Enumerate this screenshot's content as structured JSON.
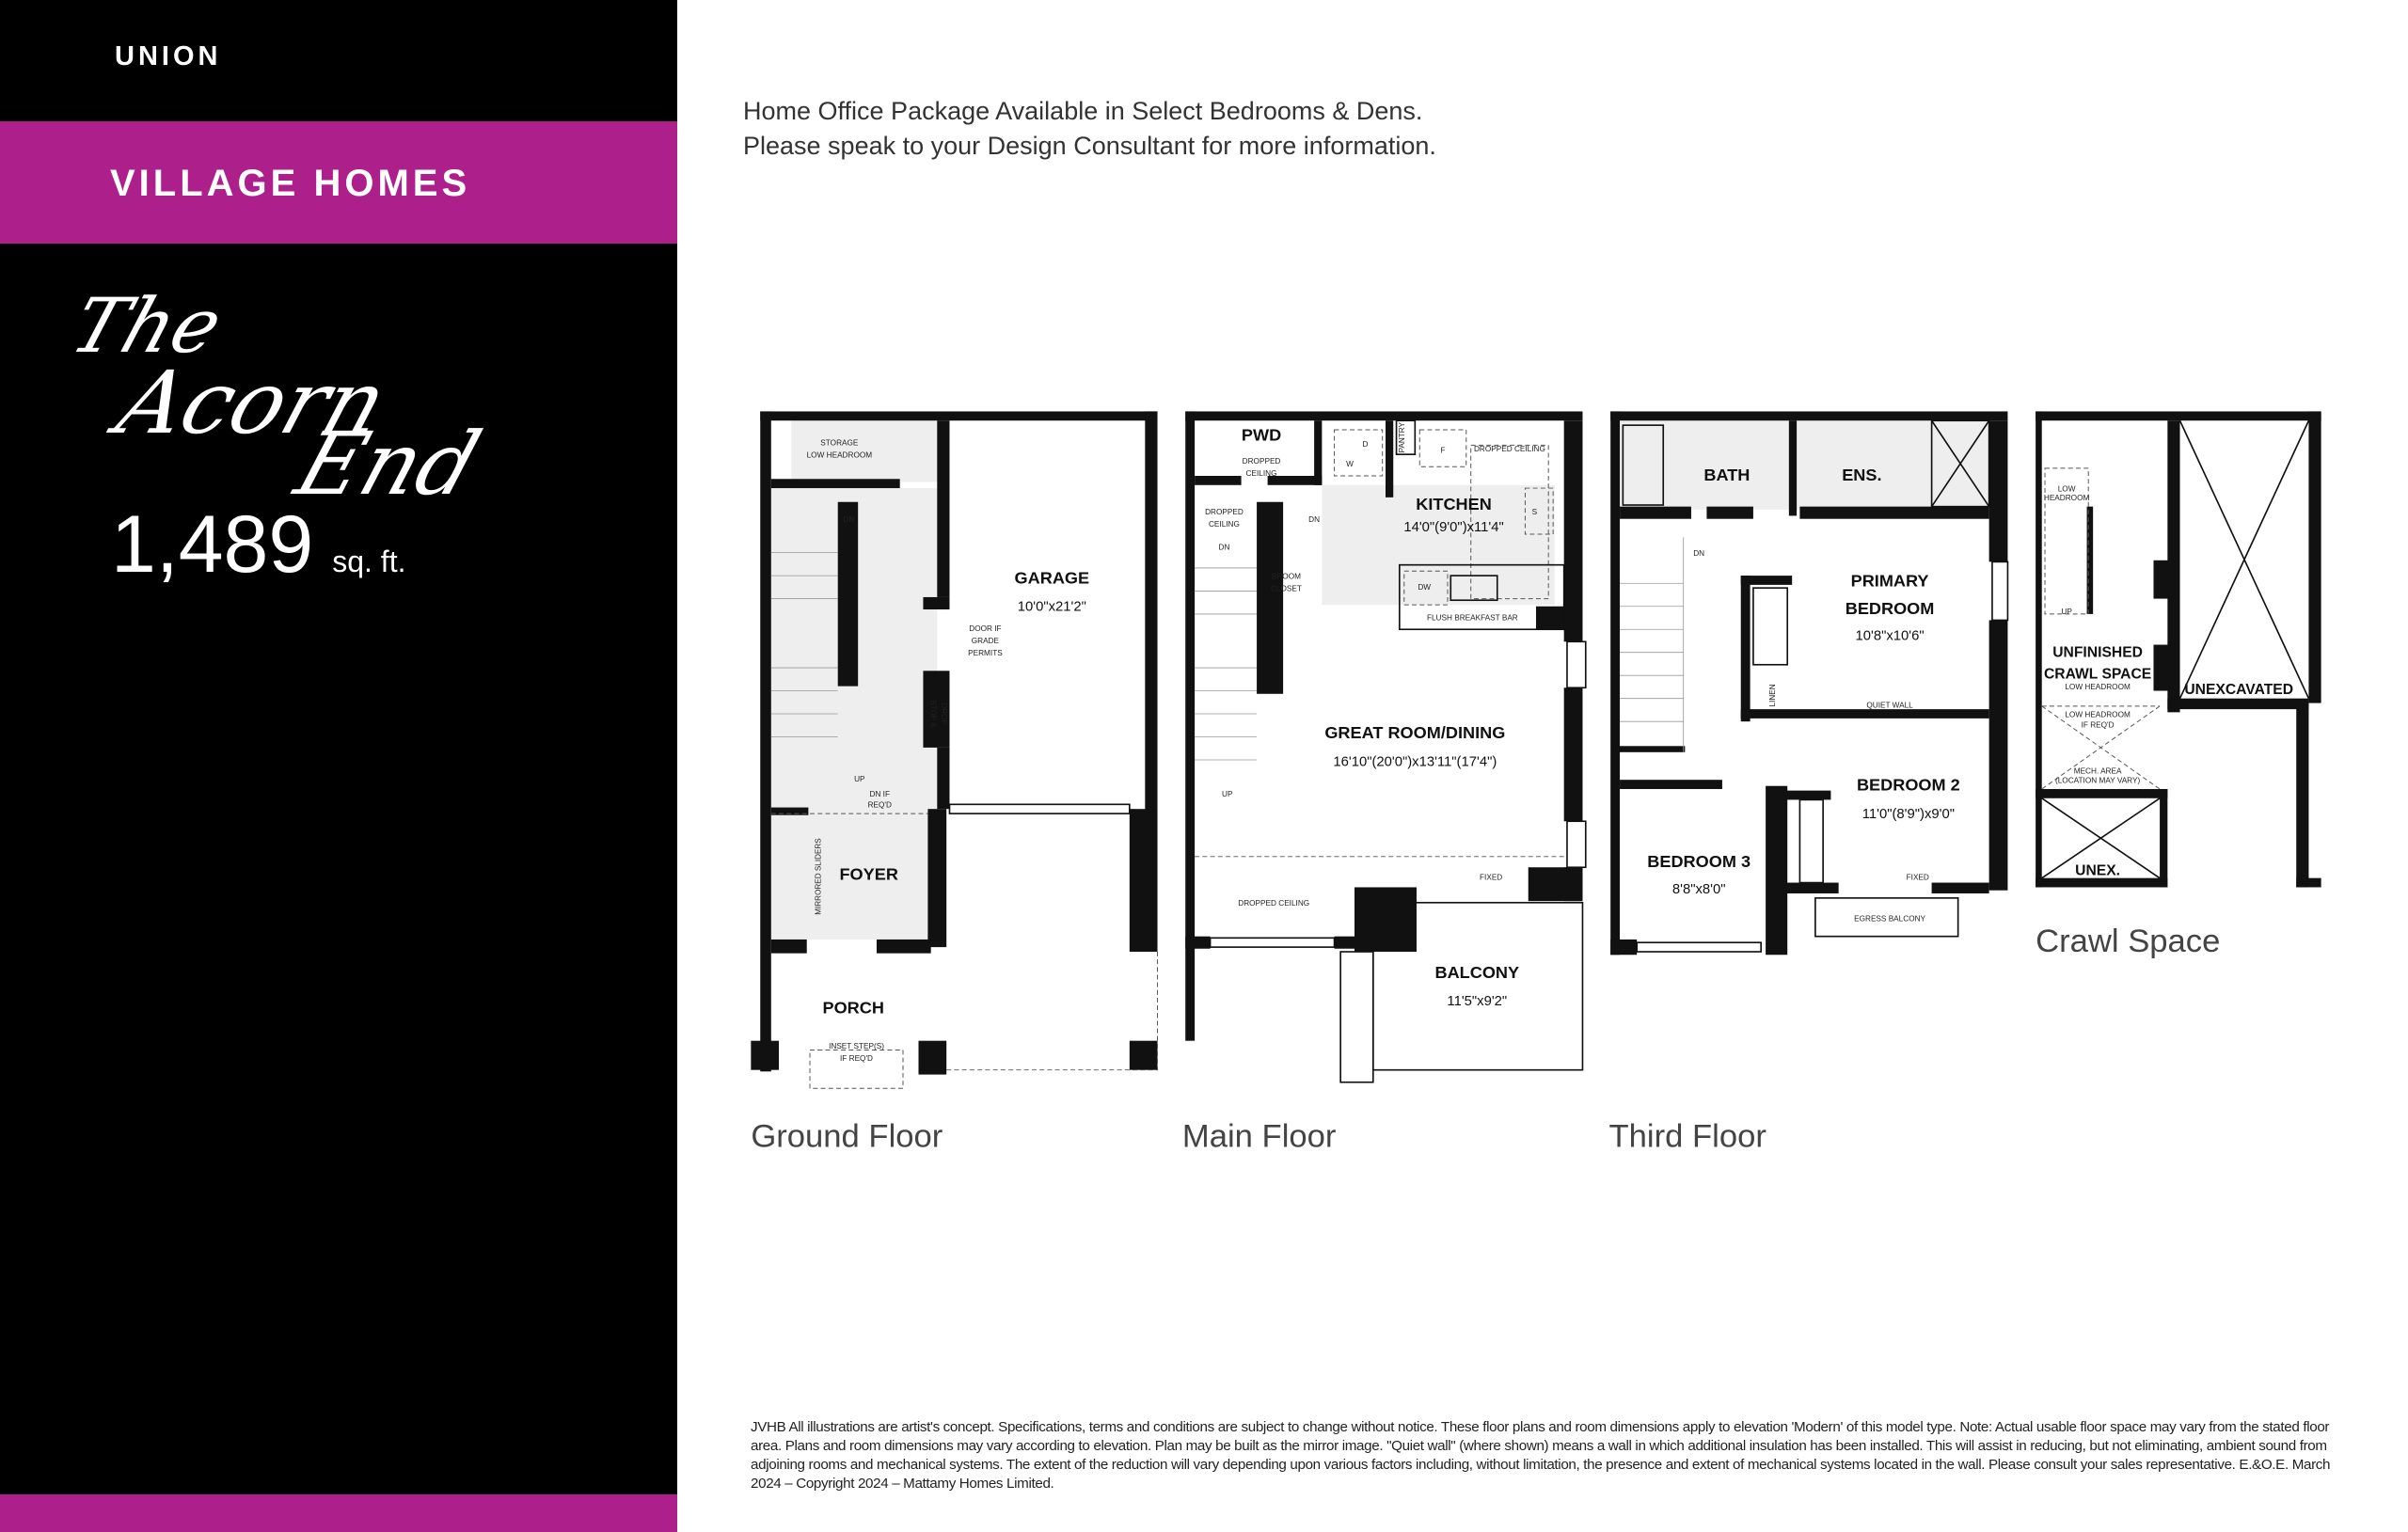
{
  "sidebar": {
    "brand": "UNION",
    "collection": "VILLAGE HOMES",
    "model_name": [
      "The",
      "Acorn",
      "End"
    ],
    "area_value": "1,489",
    "area_unit": "sq. ft.",
    "accent_color": "#ad1f8b"
  },
  "note": {
    "line1": "Home Office Package Available in Select Bedrooms & Dens.",
    "line2": "Please speak to your Design Consultant for more information."
  },
  "plans": {
    "ground": {
      "caption": "Ground Floor",
      "garage": "GARAGE",
      "garage_dim": "10'0\"x21'2\"",
      "foyer": "FOYER",
      "porch": "PORCH",
      "storage1": "STORAGE",
      "storage2": "LOW HEADROOM",
      "door1": "DOOR IF",
      "door2": "GRADE",
      "door3": "PERMITS",
      "stop": "STOP &",
      "drop": "DROP",
      "dn": "DN",
      "up": "UP",
      "dnif1": "DN IF",
      "dnif2": "REQ'D",
      "mirrored": "MIRRORED SLIDERS",
      "inset1": "INSET STEP(S)",
      "inset2": "IF REQ'D"
    },
    "main": {
      "caption": "Main Floor",
      "pwd": "PWD",
      "dropped": "DROPPED",
      "ceiling": "CEILING",
      "dropped_ceiling": "DROPPED CEILING",
      "dn": "DN",
      "up": "UP",
      "broom": "BROOM",
      "closet": "CLOSET",
      "d": "D",
      "w": "W",
      "pantry": "PANTRY",
      "f": "F",
      "s": "S",
      "dw": "DW",
      "kitchen": "KITCHEN",
      "kitchen_dim": "14'0\"(9'0\")x11'4\"",
      "bar": "FLUSH BREAKFAST BAR",
      "great": "GREAT ROOM/DINING",
      "great_dim": "16'10\"(20'0\")x13'11\"(17'4\")",
      "fixed": "FIXED",
      "balcony": "BALCONY",
      "balcony_dim": "11'5\"x9'2\""
    },
    "third": {
      "caption": "Third Floor",
      "bath": "BATH",
      "ens": "ENS.",
      "dn": "DN",
      "primary1": "PRIMARY",
      "primary2": "BEDROOM",
      "primary_dim": "10'8\"x10'6\"",
      "linen": "LINEN",
      "quiet": "QUIET WALL",
      "bed2": "BEDROOM 2",
      "bed2_dim": "11'0\"(8'9\")x9'0\"",
      "bed3": "BEDROOM 3",
      "bed3_dim": "8'8\"x8'0\"",
      "fixed": "FIXED",
      "egress": "EGRESS BALCONY"
    },
    "crawl": {
      "caption": "Crawl Space",
      "low": "LOW",
      "headroom": "HEADROOM",
      "up": "UP",
      "unf1": "UNFINISHED",
      "unf2": "CRAWL SPACE",
      "low_headroom": "LOW HEADROOM",
      "ifreq": "IF REQ'D",
      "mech1": "MECH. AREA",
      "mech2": "(LOCATION MAY VARY)",
      "unexcavated": "UNEXCAVATED",
      "unex": "UNEX."
    }
  },
  "disclaimer": "JVHB All illustrations are artist's concept. Specifications, terms and conditions are subject to change without notice. These floor plans and room dimensions apply to elevation 'Modern' of this model type. Note: Actual usable floor space may vary from the stated floor area. Plans and room dimensions may vary according to elevation. Plan may be built as the mirror image. \"Quiet wall\" (where shown) means a wall in which additional insulation has been installed. This will assist in reducing, but not eliminating, ambient sound from adjoining rooms and mechanical systems. The extent of the reduction will vary depending upon various factors including, without limitation, the presence and extent of mechanical systems located in the wall. Please consult your sales representative. E.&O.E. March 2024 – Copyright 2024 – Mattamy Homes Limited."
}
